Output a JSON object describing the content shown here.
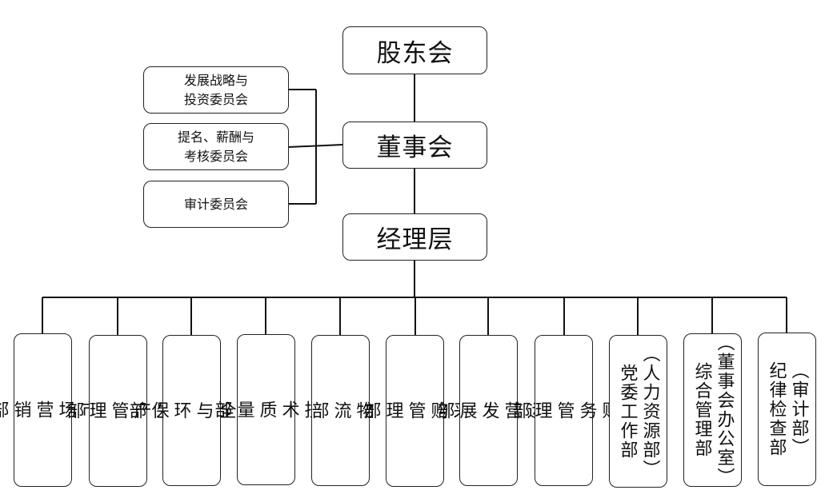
{
  "top": {
    "shareholders": "股东会",
    "board": "董事会",
    "management": "经理层"
  },
  "committees": [
    {
      "line1": "发展战略与",
      "line2": "投资委员会"
    },
    {
      "line1": "提名、薪酬与",
      "line2": "考核委员会"
    },
    {
      "line1": "审计委员会",
      "line2": ""
    }
  ],
  "departments": [
    {
      "label": "市\n场\n营\n销\n部"
    },
    {
      "label": "生\n产\n管\n理\n部"
    },
    {
      "label": "安\n全\n与\n环\n保\n部"
    },
    {
      "label": "技\n术\n质\n量\n部"
    },
    {
      "label": "物\n流\n部"
    },
    {
      "label": "采\n购\n管\n理\n部"
    },
    {
      "label": "运\n营\n发\n展\n部"
    },
    {
      "label": "财\n务\n管\n理\n部"
    },
    {
      "label": "（人力资源部）\n党委工作部"
    },
    {
      "label": "（董事会办公室）\n综合管理部"
    },
    {
      "label": "（审计部）\n纪律检查部"
    }
  ]
}
